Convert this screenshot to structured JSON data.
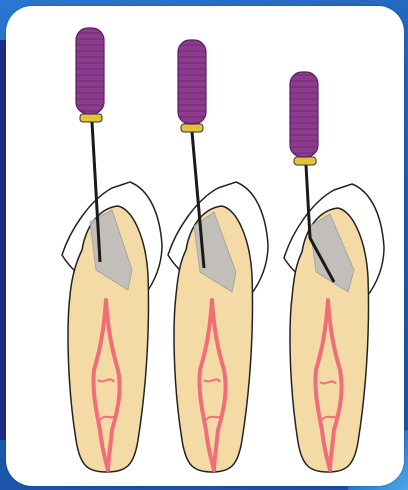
{
  "figure": {
    "panels": [
      {
        "id": "tooth-1",
        "file_angle": "straight"
      },
      {
        "id": "tooth-2",
        "file_angle": "slight"
      },
      {
        "id": "tooth-3",
        "file_angle": "bent"
      }
    ],
    "colors": {
      "background": "#1e5fb8",
      "panel": "#ffffff",
      "dentin": "#f4dba6",
      "enamel_outline": "#222222",
      "pulp_canal": "#ef6e78",
      "file_handle": "#8b3c8f",
      "stopper": "#e2c43a",
      "access_shadow": "#bdbdbd"
    }
  }
}
